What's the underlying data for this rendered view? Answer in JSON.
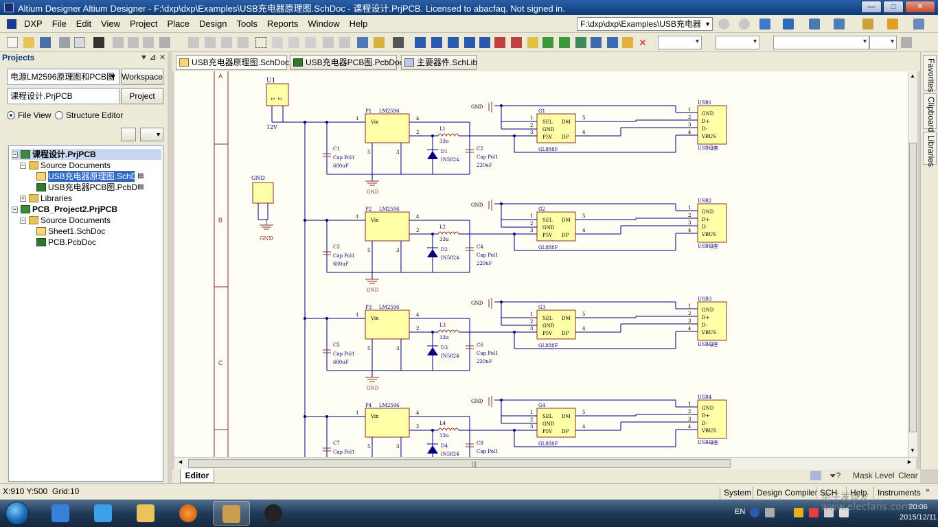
{
  "window": {
    "title": "Altium Designer Altium Designer - F:\\dxp\\dxp\\Examples\\USB充电器原理图.SchDoc - 课程设计.PrjPCB. Licensed to abacfaq. Not signed in.",
    "min_label": "—",
    "max_label": "□",
    "close_label": "✕"
  },
  "menu": {
    "items": [
      "DXP",
      "File",
      "Edit",
      "View",
      "Project",
      "Place",
      "Design",
      "Tools",
      "Reports",
      "Window",
      "Help"
    ],
    "path": "F:\\dxp\\dxp\\Examples\\USB充电器"
  },
  "projects_panel": {
    "title": "Projects",
    "workspace_combo": "电源LM2596原理图和PCB图",
    "workspace_button": "Workspace",
    "project_combo": "课程设计.PrjPCB",
    "project_button": "Project",
    "view_file": "File View",
    "view_structure": "Structure Editor",
    "tree": [
      {
        "label": "课程设计.PrjPCB",
        "level": 0,
        "icon": "project-icon",
        "bold": true
      },
      {
        "label": "Source Documents",
        "level": 1,
        "icon": "folder-icon"
      },
      {
        "label": "USB充电器原理图.SchDoc",
        "level": 2,
        "icon": "schematic-icon",
        "selected": true
      },
      {
        "label": "USB充电器PCB图.PcbDoc",
        "level": 2,
        "icon": "pcb-icon"
      },
      {
        "label": "Libraries",
        "level": 1,
        "icon": "folder-icon",
        "collapsed": true
      },
      {
        "label": "PCB_Project2.PrjPCB",
        "level": 0,
        "icon": "project-icon",
        "bold": true
      },
      {
        "label": "Source Documents",
        "level": 1,
        "icon": "folder-icon"
      },
      {
        "label": "Sheet1.SchDoc",
        "level": 2,
        "icon": "schematic-icon"
      },
      {
        "label": "PCB.PcbDoc",
        "level": 2,
        "icon": "pcb-icon"
      }
    ]
  },
  "doc_tabs": [
    {
      "label": "USB充电器原理图.SchDoc",
      "icon": "schematic-icon"
    },
    {
      "label": "USB充电器PCB图.PcbDoc",
      "icon": "pcb-icon"
    },
    {
      "label": "主要器件.SchLib",
      "icon": "library-icon"
    }
  ],
  "sidebar_tabs": [
    "Favorites",
    "Clipboard",
    "Libraries"
  ],
  "schematic": {
    "zones": [
      "A",
      "B",
      "C"
    ],
    "top_left": {
      "u1": "U1",
      "u1_voltage": "12V",
      "gnd_label": "GND",
      "gnd_net": "GND"
    },
    "stages": [
      {
        "p": "P1",
        "lm": "LM2596",
        "vin": "Vin",
        "l": "L1",
        "lval": "33u",
        "d": "D1",
        "dval": "IN5824",
        "c1": "C1",
        "c1a": "Cap Pol1",
        "c1b": "680uF",
        "c2": "C2",
        "c2a": "Cap Pol1",
        "c2b": "220uF",
        "g": "G1",
        "gtype": "GL888F",
        "usb": "USB1",
        "usblabel": "USB母座"
      },
      {
        "p": "P2",
        "lm": "LM2596",
        "vin": "Vin",
        "l": "L2",
        "lval": "33u",
        "d": "D2",
        "dval": "IN5824",
        "c1": "C3",
        "c1a": "Cap Pol1",
        "c1b": "680uF",
        "c2": "C4",
        "c2a": "Cap Pol1",
        "c2b": "220uF",
        "g": "G2",
        "gtype": "GL888F",
        "usb": "USB2",
        "usblabel": "USB母座"
      },
      {
        "p": "P3",
        "lm": "LM2596",
        "vin": "Vin",
        "l": "L3",
        "lval": "33u",
        "d": "D3",
        "dval": "IN5824",
        "c1": "C5",
        "c1a": "Cap Pol1",
        "c1b": "680uF",
        "c2": "C6",
        "c2a": "Cap Pol1",
        "c2b": "220uF",
        "g": "G3",
        "gtype": "GL888F",
        "usb": "USB3",
        "usblabel": "USB母座"
      },
      {
        "p": "P4",
        "lm": "LM2596",
        "vin": "Vin",
        "l": "L4",
        "lval": "33u",
        "d": "D4",
        "dval": "IN5824",
        "c1": "C7",
        "c1a": "Cap Pol1",
        "c1b": "",
        "c2": "C8",
        "c2a": "Cap Pol1",
        "c2b": "",
        "g": "G4",
        "gtype": "GL888F",
        "usb": "USB4",
        "usblabel": "USB母座"
      }
    ],
    "g_pins": {
      "sel": "SEL",
      "gnd": "GND",
      "p5v": "P5V",
      "dm": "DM",
      "dp": "DP"
    },
    "usb_pins": {
      "gnd": "GND",
      "dplus": "D+",
      "dminus": "D-",
      "vbus": "VBUS"
    }
  },
  "editor_bar": {
    "tab": "Editor",
    "mask_level": "Mask Level",
    "clear": "Clear"
  },
  "status": {
    "coords": "X:910 Y:500",
    "grid": "Grid:10",
    "buttons": [
      "System",
      "Design Compiler",
      "SCH",
      "Help",
      "Instruments"
    ]
  },
  "taskbar": {
    "lang": "EN",
    "time": "20:06",
    "date": "2015/12/11",
    "watermark": "电子发烧友\nwww.elecfans.com"
  }
}
